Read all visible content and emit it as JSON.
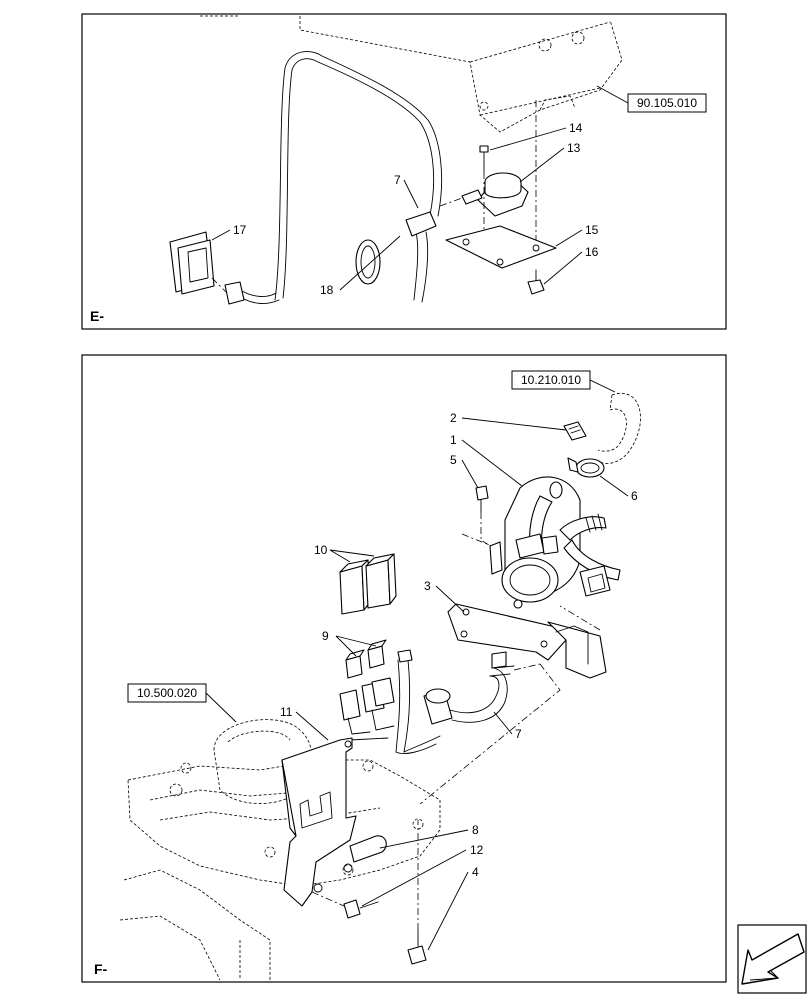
{
  "panel_e": {
    "section_label": "E-",
    "reference": "90.105.010",
    "callouts": [
      "14",
      "13",
      "7",
      "17",
      "15",
      "16",
      "18"
    ]
  },
  "panel_f": {
    "section_label": "F-",
    "references": [
      "10.210.010",
      "10.500.020"
    ],
    "callouts": [
      "2",
      "1",
      "5",
      "6",
      "10",
      "3",
      "9",
      "11",
      "7",
      "8",
      "12",
      "4"
    ]
  },
  "nav_icon": "arrow-left-down-icon"
}
